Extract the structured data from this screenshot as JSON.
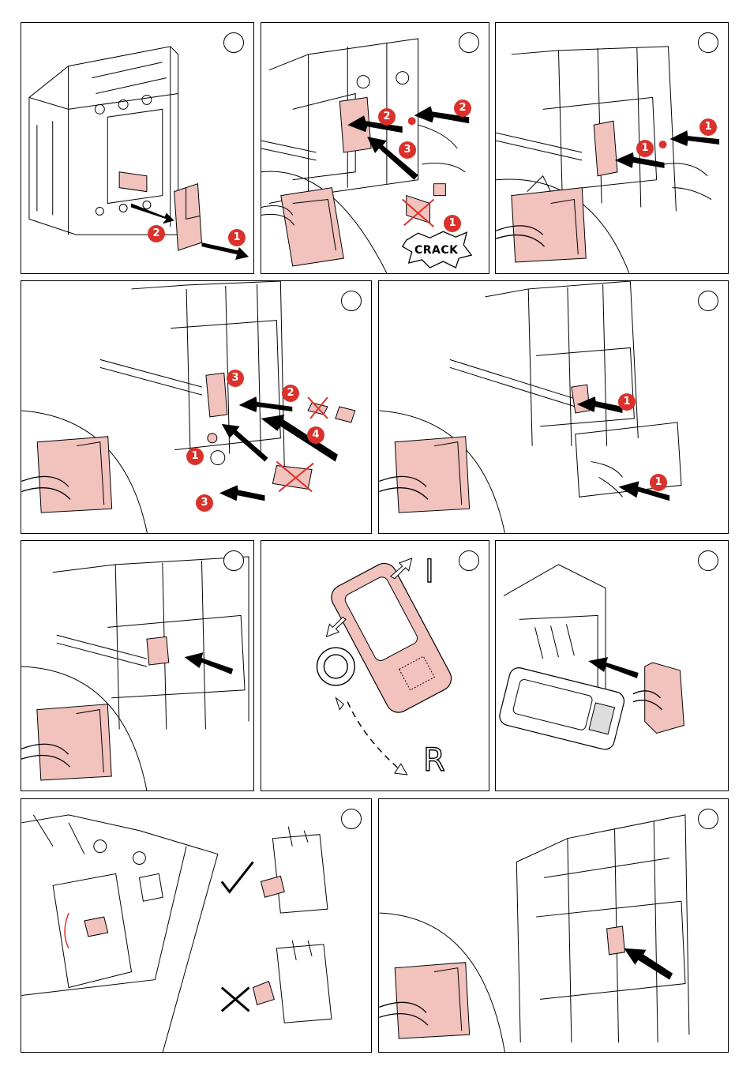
{
  "badges": {
    "one": "1",
    "two": "2",
    "three": "3",
    "four": "4"
  },
  "labels": {
    "crack": "CRACK",
    "position_on": "I",
    "position_off": "O",
    "position_reset": "R"
  },
  "colors": {
    "part": "#f2c2bd",
    "part_dark": "#c9736c",
    "badge": "#d9322c",
    "line": "#000000"
  },
  "icons": {
    "step": "empty-circle-icon",
    "check": "check-mark-icon",
    "cross": "cross-mark-icon",
    "push_arrow": "push-arrow-icon"
  }
}
